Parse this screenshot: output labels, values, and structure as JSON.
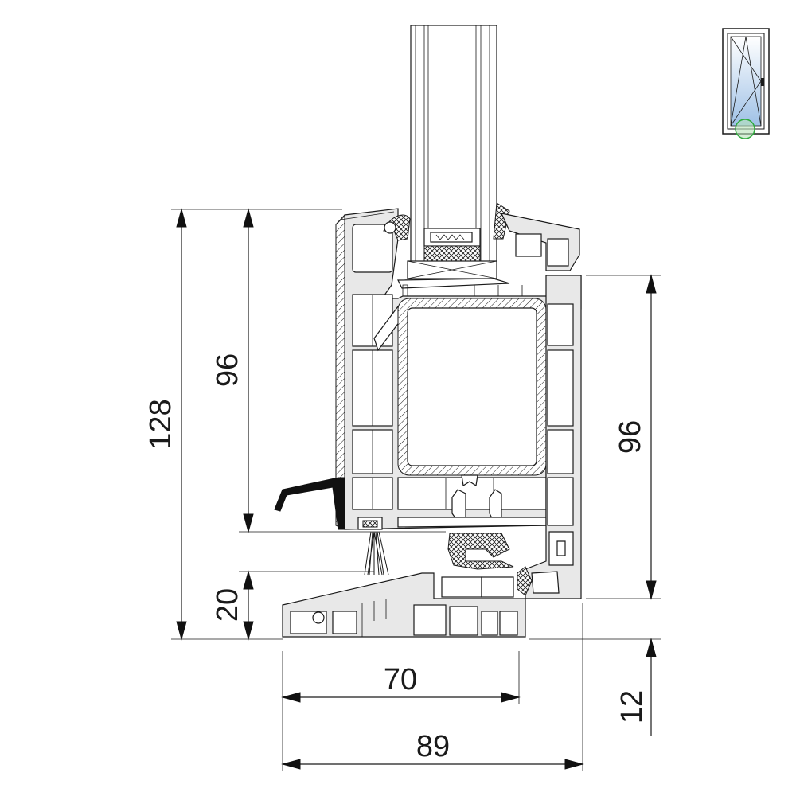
{
  "dimensions": {
    "overall_height": "128",
    "sash_height": "96",
    "frame_height": "96",
    "threshold_height": "20",
    "bottom_offset": "12",
    "inner_width": "70",
    "overall_width": "89"
  },
  "thumbnail": {
    "icon": "window-tilt-turn-icon",
    "marker_color": "#2eaa3c",
    "glass_color": "#b9d3ee"
  },
  "colors": {
    "profile_fill": "#e8e8e8",
    "line": "#1a1a1a",
    "gasket": "#111111"
  }
}
